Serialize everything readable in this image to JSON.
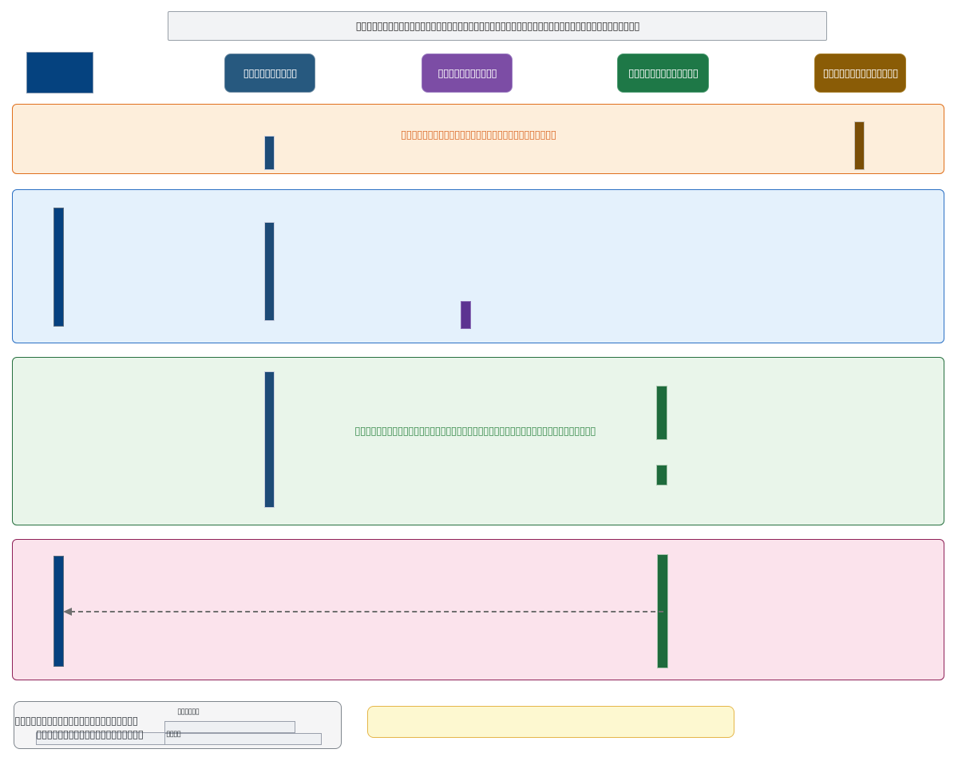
{
  "title": {
    "text": "▯▯▯▯▯▯▯▯▯▯▯▯▯▯▯▯▯▯▯▯▯▯▯▯▯▯▯▯▯▯▯▯▯▯▯▯▯▯▯▯▯▯▯▯▯▯▯▯▯▯▯▯▯"
  },
  "actors": [
    {
      "name": "actor-1",
      "label": "",
      "color": "#05427f"
    },
    {
      "name": "actor-2",
      "label": "▯▯▯▯▯▯▯▯▯▯",
      "color": "#27597f"
    },
    {
      "name": "actor-3",
      "label": "▯▯▯▯▯▯▯▯▯▯▯",
      "color": "#7c4da5"
    },
    {
      "name": "actor-4",
      "label": "▯▯▯▯▯▯▯▯▯▯▯▯▯",
      "color": "#1e7847"
    },
    {
      "name": "actor-5",
      "label": "▯▯▯▯▯▯▯▯▯▯▯▯▯▯",
      "color": "#8a5c06"
    }
  ],
  "sections": {
    "orange": {
      "label": "▯▯▯▯▯▯▯▯▯▯▯▯▯▯▯▯▯▯▯▯▯▯▯▯▯▯▯▯▯",
      "fill": "#fdeedb",
      "border": "#e0701d",
      "label_color": "#dd7030"
    },
    "blue": {
      "label": "",
      "fill": "#e4f1fc",
      "border": "#2b70c4"
    },
    "green": {
      "label": "▯▯▯▯▯▯▯▯▯▯▯▯▯▯▯▯▯▯▯▯▯▯▯▯▯▯▯▯▯▯▯▯▯▯▯▯▯▯▯▯▯▯▯▯▯",
      "fill": "#e9f5ea",
      "border": "#27703f",
      "label_color": "#3f8f52"
    },
    "pink": {
      "label": "",
      "fill": "#fbe3ec",
      "border": "#8f2158"
    }
  },
  "bars": {
    "navy": "#05417f",
    "blue": "#1d4b77",
    "purple": "#5c3391",
    "green": "#1e6b3c",
    "brown": "#7a4e06"
  },
  "arrow": {
    "style": "dashed",
    "direction": "left",
    "color": "#6f6f6f"
  },
  "notes": {
    "left": {
      "line1": "▯▯▯▯▯▯▯▯▯▯▯▯▯▯▯▯▯▯▯▯▯▯▯",
      "line1_raised": "▯▯▯▯▯▯",
      "line2": "▯▯▯▯▯▯▯▯▯▯▯▯▯▯▯▯▯▯▯▯",
      "line2_small": "▯▯▯▯",
      "fill": "#f5f5f6",
      "border": "#7f868d"
    },
    "yellow": {
      "text": "",
      "fill": "#fdf8d0",
      "border": "#e5b64a"
    }
  }
}
